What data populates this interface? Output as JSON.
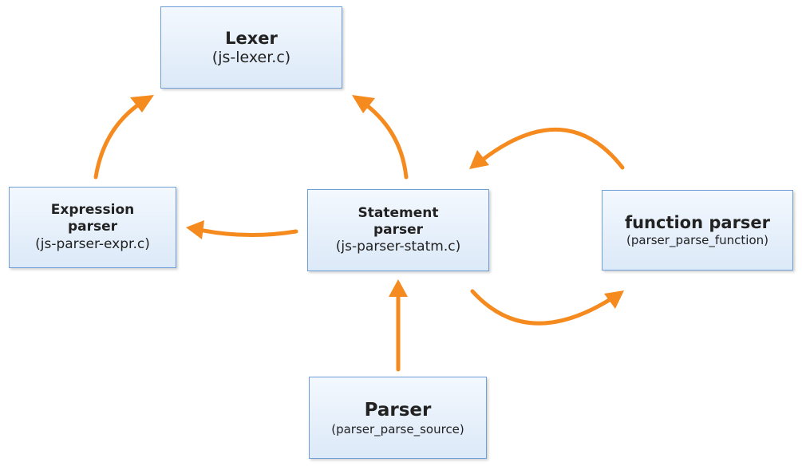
{
  "colors": {
    "arrow": "#f58a1f",
    "box_border": "#6f9fd8",
    "box_fill_top": "#f3f8fe",
    "box_fill_bottom": "#dce9f8"
  },
  "nodes": {
    "lexer": {
      "title": "Lexer",
      "subtitle": "(js-lexer.c)"
    },
    "expression_parser": {
      "title_line1": "Expression",
      "title_line2": "parser",
      "subtitle": "(js-parser-expr.c)"
    },
    "statement_parser": {
      "title_line1": "Statement",
      "title_line2": "parser",
      "subtitle": "(js-parser-statm.c)"
    },
    "function_parser": {
      "title": "function parser",
      "subtitle": "(parser_parse_function)"
    },
    "parser": {
      "title": "Parser",
      "subtitle": "(parser_parse_source)"
    }
  },
  "edges": [
    {
      "from": "expression_parser",
      "to": "lexer"
    },
    {
      "from": "statement_parser",
      "to": "lexer"
    },
    {
      "from": "statement_parser",
      "to": "expression_parser"
    },
    {
      "from": "statement_parser",
      "to": "function_parser"
    },
    {
      "from": "function_parser",
      "to": "statement_parser"
    },
    {
      "from": "parser",
      "to": "statement_parser"
    }
  ]
}
